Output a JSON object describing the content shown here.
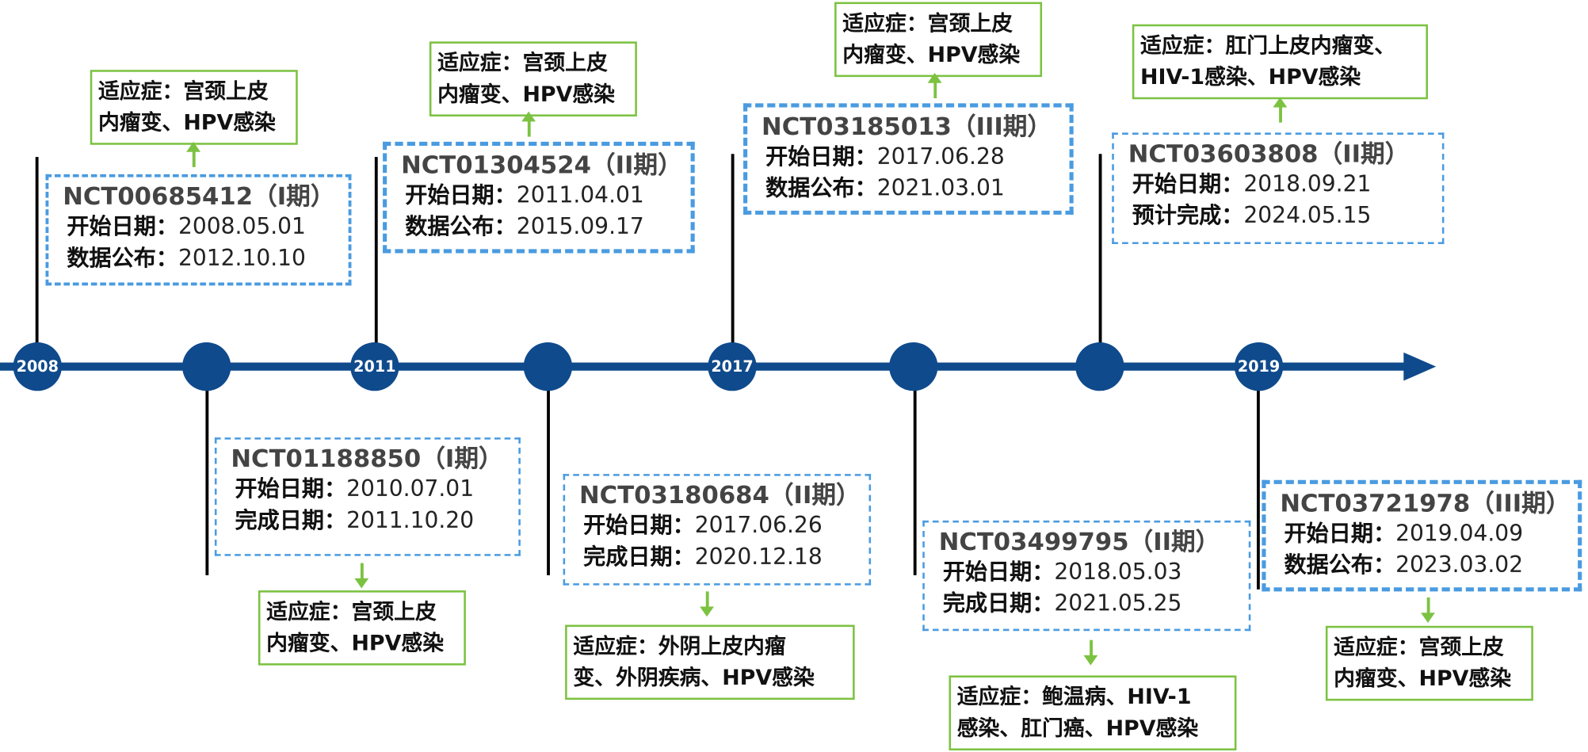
{
  "timeline": {
    "years": [
      "2008",
      "2011",
      "2017",
      "2019"
    ]
  },
  "trials": [
    {
      "id": "NCT00685412",
      "phase": "（I期）",
      "row1_label": "开始日期：",
      "row1_value": "2008.05.01",
      "row2_label": "数据公布：",
      "row2_value": "2012.10.10",
      "indication": [
        "适应症：宫颈上皮",
        "内瘤变、HPV感染"
      ]
    },
    {
      "id": "NCT01188850",
      "phase": "（I期）",
      "row1_label": "开始日期：",
      "row1_value": "2010.07.01",
      "row2_label": "完成日期：",
      "row2_value": "2011.10.20",
      "indication": [
        "适应症：宫颈上皮",
        "内瘤变、HPV感染"
      ]
    },
    {
      "id": "NCT01304524",
      "phase": "（II期）",
      "row1_label": "开始日期：",
      "row1_value": "2011.04.01",
      "row2_label": "数据公布：",
      "row2_value": "2015.09.17",
      "indication": [
        "适应症：宫颈上皮",
        "内瘤变、HPV感染"
      ]
    },
    {
      "id": "NCT03180684",
      "phase": "（II期）",
      "row1_label": "开始日期：",
      "row1_value": "2017.06.26",
      "row2_label": "完成日期：",
      "row2_value": "2020.12.18",
      "indication": [
        "适应症：外阴上皮内瘤",
        "变、外阴疾病、HPV感染"
      ]
    },
    {
      "id": "NCT03185013",
      "phase": "（III期）",
      "row1_label": "开始日期：",
      "row1_value": "2017.06.28",
      "row2_label": "数据公布：",
      "row2_value": "2021.03.01",
      "indication": [
        "适应症：宫颈上皮",
        "内瘤变、HPV感染"
      ]
    },
    {
      "id": "NCT03499795",
      "phase": "（II期）",
      "row1_label": "开始日期：",
      "row1_value": "2018.05.03",
      "row2_label": "完成日期：",
      "row2_value": "2021.05.25",
      "indication": [
        "适应症：鲍温病、HIV-1",
        "感染、肛门癌、HPV感染"
      ]
    },
    {
      "id": "NCT03603808",
      "phase": "（II期）",
      "row1_label": "开始日期：",
      "row1_value": "2018.09.21",
      "row2_label": "预计完成：",
      "row2_value": "2024.05.15",
      "indication": [
        "适应症：肛门上皮内瘤变、",
        "HIV-1感染、HPV感染"
      ]
    },
    {
      "id": "NCT03721978",
      "phase": "（III期）",
      "row1_label": "开始日期：",
      "row1_value": "2019.04.09",
      "row2_label": "数据公布：",
      "row2_value": "2023.03.02",
      "indication": [
        "适应症：宫颈上皮",
        "内瘤变、HPV感染"
      ]
    }
  ],
  "colors": {
    "timeline": "#0f4a8c",
    "dashed_border": "#4a9be0",
    "indication_border": "#7cc242"
  }
}
